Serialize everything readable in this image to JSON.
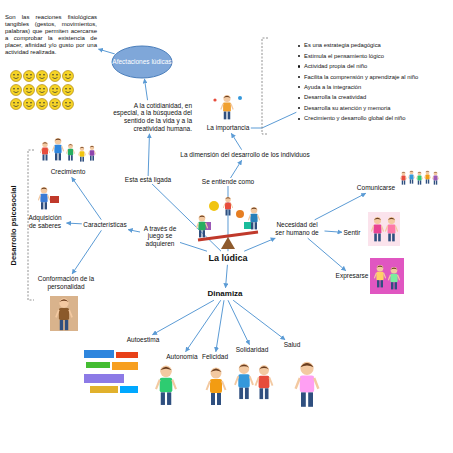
{
  "diagram": {
    "nodes": [
      {
        "text": [
          "Son las reaciones fisiológicas tangibles (gestos, movimientos, palabras) que permiten acercarse a comprobar la existencia de placer, afinidad y/o gusto por una actividad realizada."
        ]
      },
      {
        "text": [
          "Afectaciones lúdicas"
        ]
      },
      {
        "text": [
          "A la cotidianidad, en especial, a la búsqueda del sentido de la vida y a la creatividad humana."
        ]
      },
      {
        "text": [
          "La importancia"
        ]
      },
      {
        "text": [
          "Es una estrategia pedagógica",
          "Estimula el pensamiento lógico",
          "Actividad propia del niño",
          "Facilita la comprensión y aprendizaje al niño",
          "Ayuda a la integración",
          "Desarrolla la creatividad",
          "Desarrolla su atención y memoria",
          "Crecimiento y desarrollo global del niño"
        ]
      },
      {
        "text": [
          "La dimensión del desarrollo de los individuos"
        ]
      },
      {
        "text": [
          "Crecimiento"
        ]
      },
      {
        "text": [
          "Adquisición de saberes"
        ]
      },
      {
        "text": [
          "Características"
        ]
      },
      {
        "text": [
          "Conformación de la personalidad"
        ]
      },
      {
        "text": [
          "La lúdica"
        ]
      },
      {
        "text": [
          "Necesidad del ser humano de"
        ]
      },
      {
        "text": [
          "Comunicarse"
        ]
      },
      {
        "text": [
          "Sentir"
        ]
      },
      {
        "text": [
          "Expresarse"
        ]
      },
      {
        "text": [
          "Dinamiza"
        ]
      },
      {
        "text": [
          "Autoestima"
        ]
      },
      {
        "text": [
          "Autonomía"
        ]
      },
      {
        "text": [
          "Felicidad"
        ]
      },
      {
        "text": [
          "Solidaridad"
        ]
      },
      {
        "text": [
          "Salud"
        ]
      }
    ],
    "edges": [
      {
        "from": 10,
        "to": 5,
        "label": "Se entiende como",
        "arrow": "to"
      },
      {
        "from": 5,
        "to": 3,
        "arrow": "to"
      },
      {
        "from": 3,
        "to": 4,
        "arrow": "none"
      },
      {
        "from": 10,
        "to": 2,
        "label": "Esta está ligada",
        "arrow": "to"
      },
      {
        "from": 2,
        "to": 1,
        "arrow": "to"
      },
      {
        "from": 1,
        "to": 0,
        "arrow": "to"
      },
      {
        "from": 10,
        "to": 8,
        "label": "A través de juego se adquieren",
        "arrow": "to"
      },
      {
        "from": 8,
        "to": 6,
        "arrow": "to"
      },
      {
        "from": 8,
        "to": 7,
        "arrow": "to"
      },
      {
        "from": 8,
        "to": 9,
        "arrow": "to"
      },
      {
        "from": 10,
        "to": 11,
        "arrow": "to"
      },
      {
        "from": 11,
        "to": 12,
        "arrow": "to"
      },
      {
        "from": 11,
        "to": 13,
        "arrow": "to"
      },
      {
        "from": 11,
        "to": 14,
        "arrow": "to"
      },
      {
        "from": 10,
        "to": 15,
        "arrow": "to"
      },
      {
        "from": 15,
        "to": 16,
        "arrow": "to"
      },
      {
        "from": 15,
        "to": 17,
        "arrow": "to"
      },
      {
        "from": 15,
        "to": 18,
        "arrow": "to"
      },
      {
        "from": 15,
        "to": 19,
        "arrow": "to"
      },
      {
        "from": 15,
        "to": 20,
        "arrow": "to"
      }
    ],
    "labels": [
      "Desarrollo psicosocial"
    ]
  }
}
